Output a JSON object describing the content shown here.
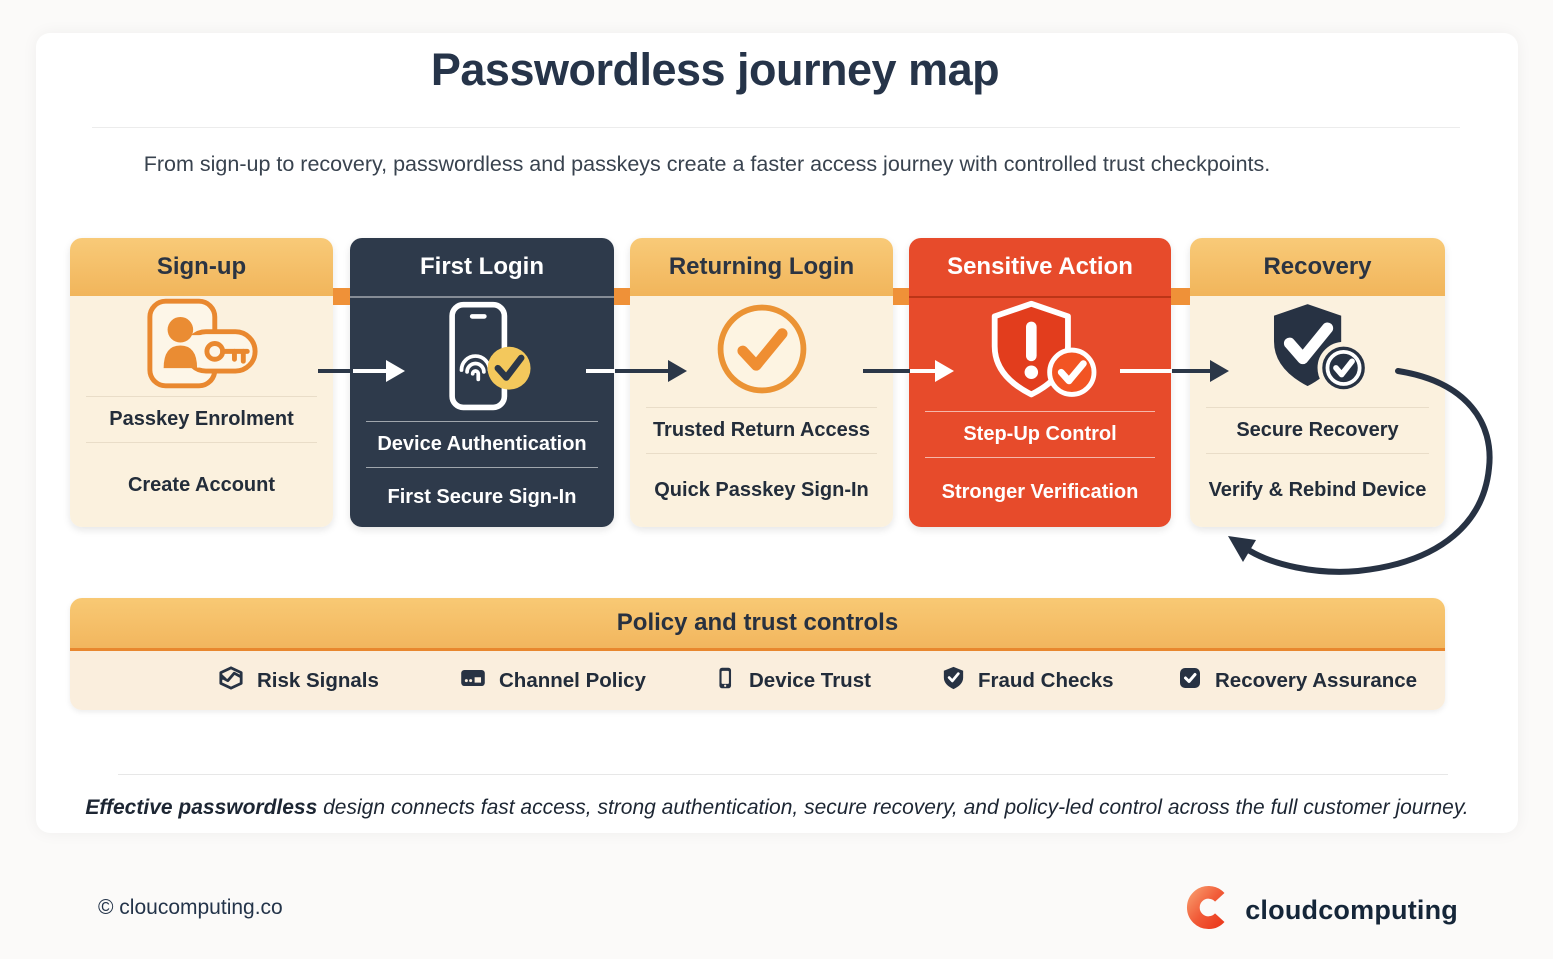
{
  "page": {
    "title": "Passwordless journey map",
    "subtitle": "From sign-up to recovery, passwordless and passkeys create a faster access journey with controlled trust checkpoints.",
    "footer_note_strong": "Effective passwordless",
    "footer_note_rest": " design connects fast access, strong authentication, secure recovery, and policy-led control across the full customer journey.",
    "copyright": "© cloucomputing.co",
    "brand": "cloudcomputing"
  },
  "stages": [
    {
      "title": "Sign-up",
      "line1": "Passkey Enrolment",
      "line2": "Create Account",
      "theme": "light",
      "icon": "user-key-icon"
    },
    {
      "title": "First Login",
      "line1": "Device Authentication",
      "line2": "First Secure Sign-In",
      "theme": "dark",
      "icon": "phone-fingerprint-icon"
    },
    {
      "title": "Returning Login",
      "line1": "Trusted Return Access",
      "line2": "Quick Passkey Sign-In",
      "theme": "light",
      "icon": "check-circle-icon"
    },
    {
      "title": "Sensitive Action",
      "line1": "Step-Up Control",
      "line2": "Stronger Verification",
      "theme": "red",
      "icon": "shield-alert-icon"
    },
    {
      "title": "Recovery",
      "line1": "Secure Recovery",
      "line2": "Verify & Rebind Device",
      "theme": "light",
      "icon": "shield-check-icon"
    }
  ],
  "policy": {
    "title": "Policy and trust controls",
    "items": [
      {
        "label": "Risk Signals",
        "icon": "risk-signals-icon"
      },
      {
        "label": "Channel Policy",
        "icon": "channel-policy-icon"
      },
      {
        "label": "Device Trust",
        "icon": "device-trust-icon"
      },
      {
        "label": "Fraud Checks",
        "icon": "fraud-checks-icon"
      },
      {
        "label": "Recovery Assurance",
        "icon": "recovery-assurance-icon"
      }
    ]
  },
  "colors": {
    "amber_header": "#f5bd62",
    "cream_body": "#fbf1de",
    "dark_card": "#2e3a4b",
    "red_card": "#e74b2b",
    "accent_orange": "#ef9138",
    "navy_text": "#263449",
    "brand_orange": "#f15b38"
  }
}
